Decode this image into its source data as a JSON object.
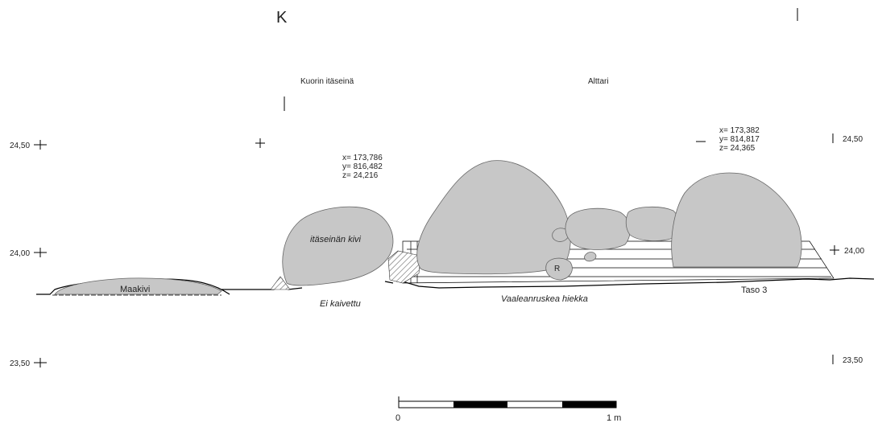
{
  "header": {
    "left_letter": "K",
    "right_mark": "I"
  },
  "section_labels": {
    "wall": "Kuorin itäseinä",
    "altar": "Alttari"
  },
  "elevations": {
    "left": [
      "24,50",
      "24,00",
      "23,50"
    ],
    "right": [
      "24,50",
      "24,00",
      "23,50"
    ]
  },
  "coordinates": {
    "left": {
      "x": "x= 173,786",
      "y": "y= 816,482",
      "z": "z= 24,216"
    },
    "right": {
      "x": "x= 173,382",
      "y": "y= 814,817",
      "z": "z= 24,365"
    }
  },
  "features": {
    "maakivi": "Maakivi",
    "itaseinan_kivi": "itäseinän kivi",
    "ei_kaivettu": "Ei kaivettu",
    "vaaleanruskea_hiekka": "Vaaleanruskea hiekka",
    "taso": "Taso 3",
    "small_stone_label": "R"
  },
  "scale_bar": {
    "start_label": "0",
    "end_label": "1 m"
  }
}
